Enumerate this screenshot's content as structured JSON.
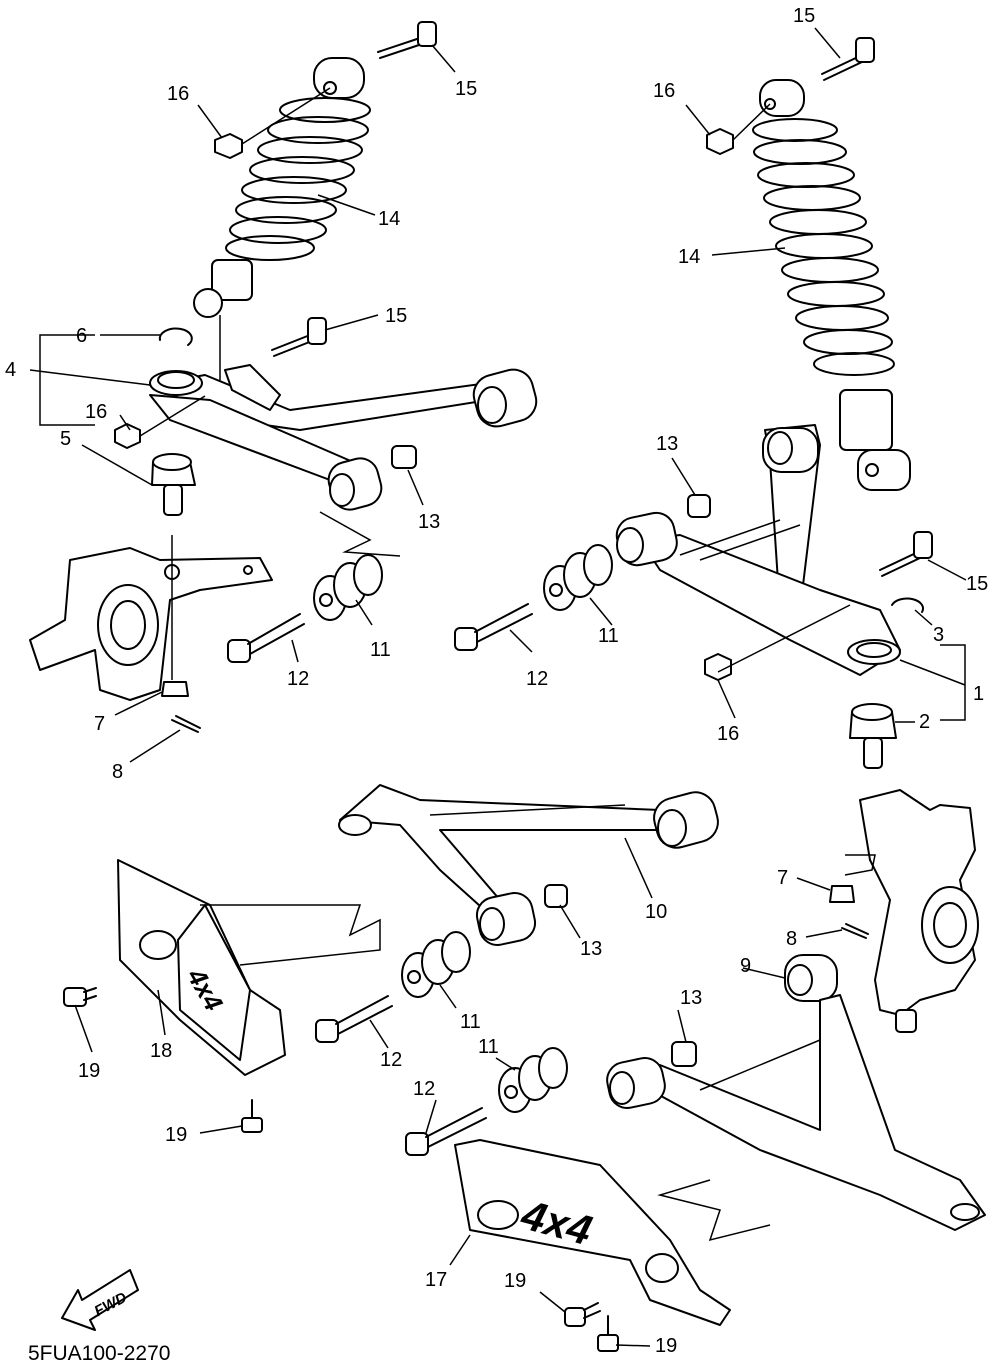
{
  "diagram": {
    "part_code": "5FUA100-2270",
    "fwd_label": "FWD",
    "decal_text": "4x4",
    "callouts": [
      "1",
      "2",
      "3",
      "4",
      "5",
      "6",
      "7",
      "8",
      "9",
      "10",
      "11",
      "12",
      "13",
      "14",
      "15",
      "16",
      "17",
      "18",
      "19"
    ]
  }
}
